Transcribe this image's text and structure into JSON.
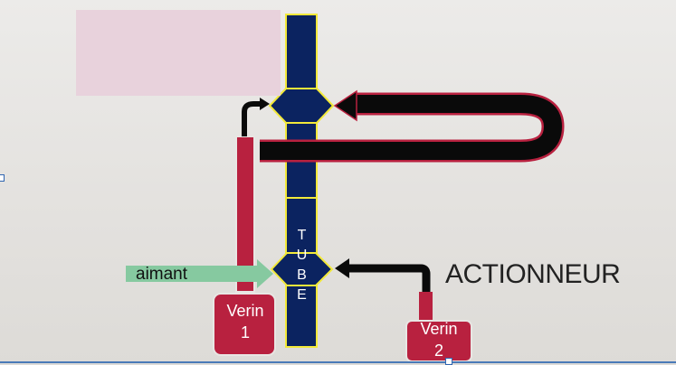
{
  "labels": {
    "tube_letters": [
      "T",
      "U",
      "B",
      "E"
    ],
    "aimant": "aimant",
    "actionneur": "ACTIONNEUR",
    "verin1_line1": "Verin",
    "verin1_line2": "1",
    "verin2_line1": "Verin",
    "verin2_line2": "2"
  },
  "colors": {
    "tube": "#0b2360",
    "tube_border": "#f2e93a",
    "crimson": "#b8213f",
    "black_arrow": "#0a0a0a",
    "green_arrow": "#86c9a0",
    "pink_box": "#e8d2dc"
  }
}
